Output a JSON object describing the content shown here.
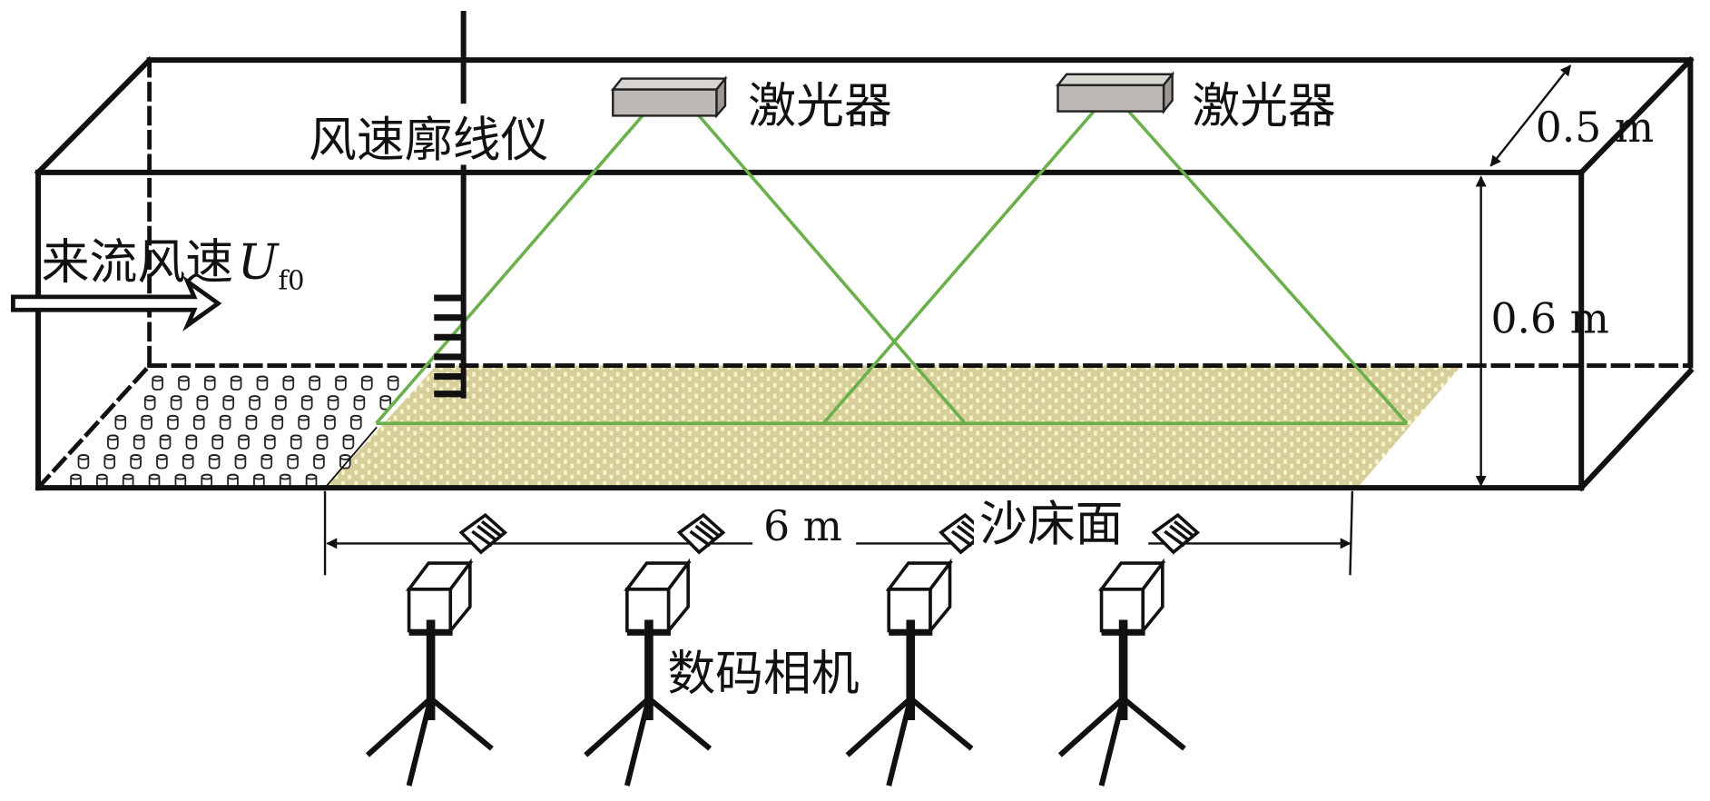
{
  "labels": {
    "anemometer": "风速廓线仪",
    "laser_1": "激光器",
    "laser_2": "激光器",
    "width": "0.5 m",
    "height": "0.6 m",
    "inflow": "来流风速",
    "inflow_symbol": "U",
    "inflow_subscript": "f0",
    "length": "6 m",
    "sand_bed": "沙床面",
    "camera": "数码相机"
  },
  "colors": {
    "laser_beam": "#6ab04c",
    "sand": "#d6cf9b",
    "sand_dots": "#fbf6c8",
    "laser_box": "#bdb8b3"
  }
}
